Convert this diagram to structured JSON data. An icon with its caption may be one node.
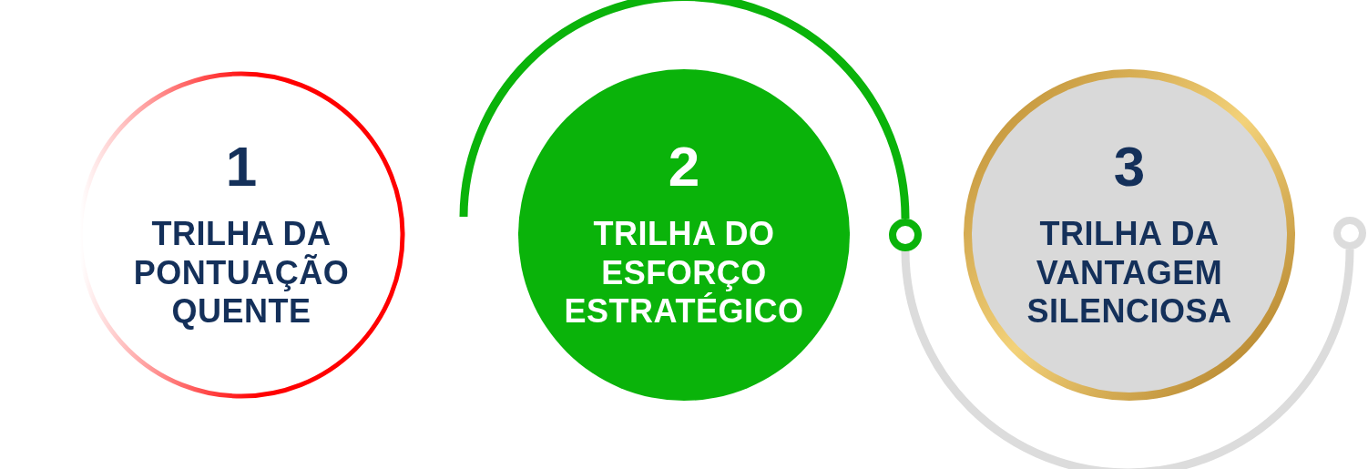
{
  "diagram": {
    "nodes": [
      {
        "text": [
          "1",
          "TRILHA DA PONTUAÇÃO QUENTE"
        ]
      },
      {
        "text": [
          "2",
          "TRILHA DO ESFORÇO ESTRATÉGICO"
        ]
      },
      {
        "text": [
          "3",
          "TRILHA DA VANTAGEM SILENCIOSA"
        ]
      },
      {
        "text": [],
        "shape": "circle"
      },
      {
        "text": [],
        "shape": "circle"
      }
    ],
    "edges": [
      {
        "from": null,
        "to": 3,
        "arrow": "none",
        "color": "#0ab30a"
      },
      {
        "from": 3,
        "to": 4,
        "arrow": "none",
        "color": "#dcdcdc"
      }
    ]
  }
}
